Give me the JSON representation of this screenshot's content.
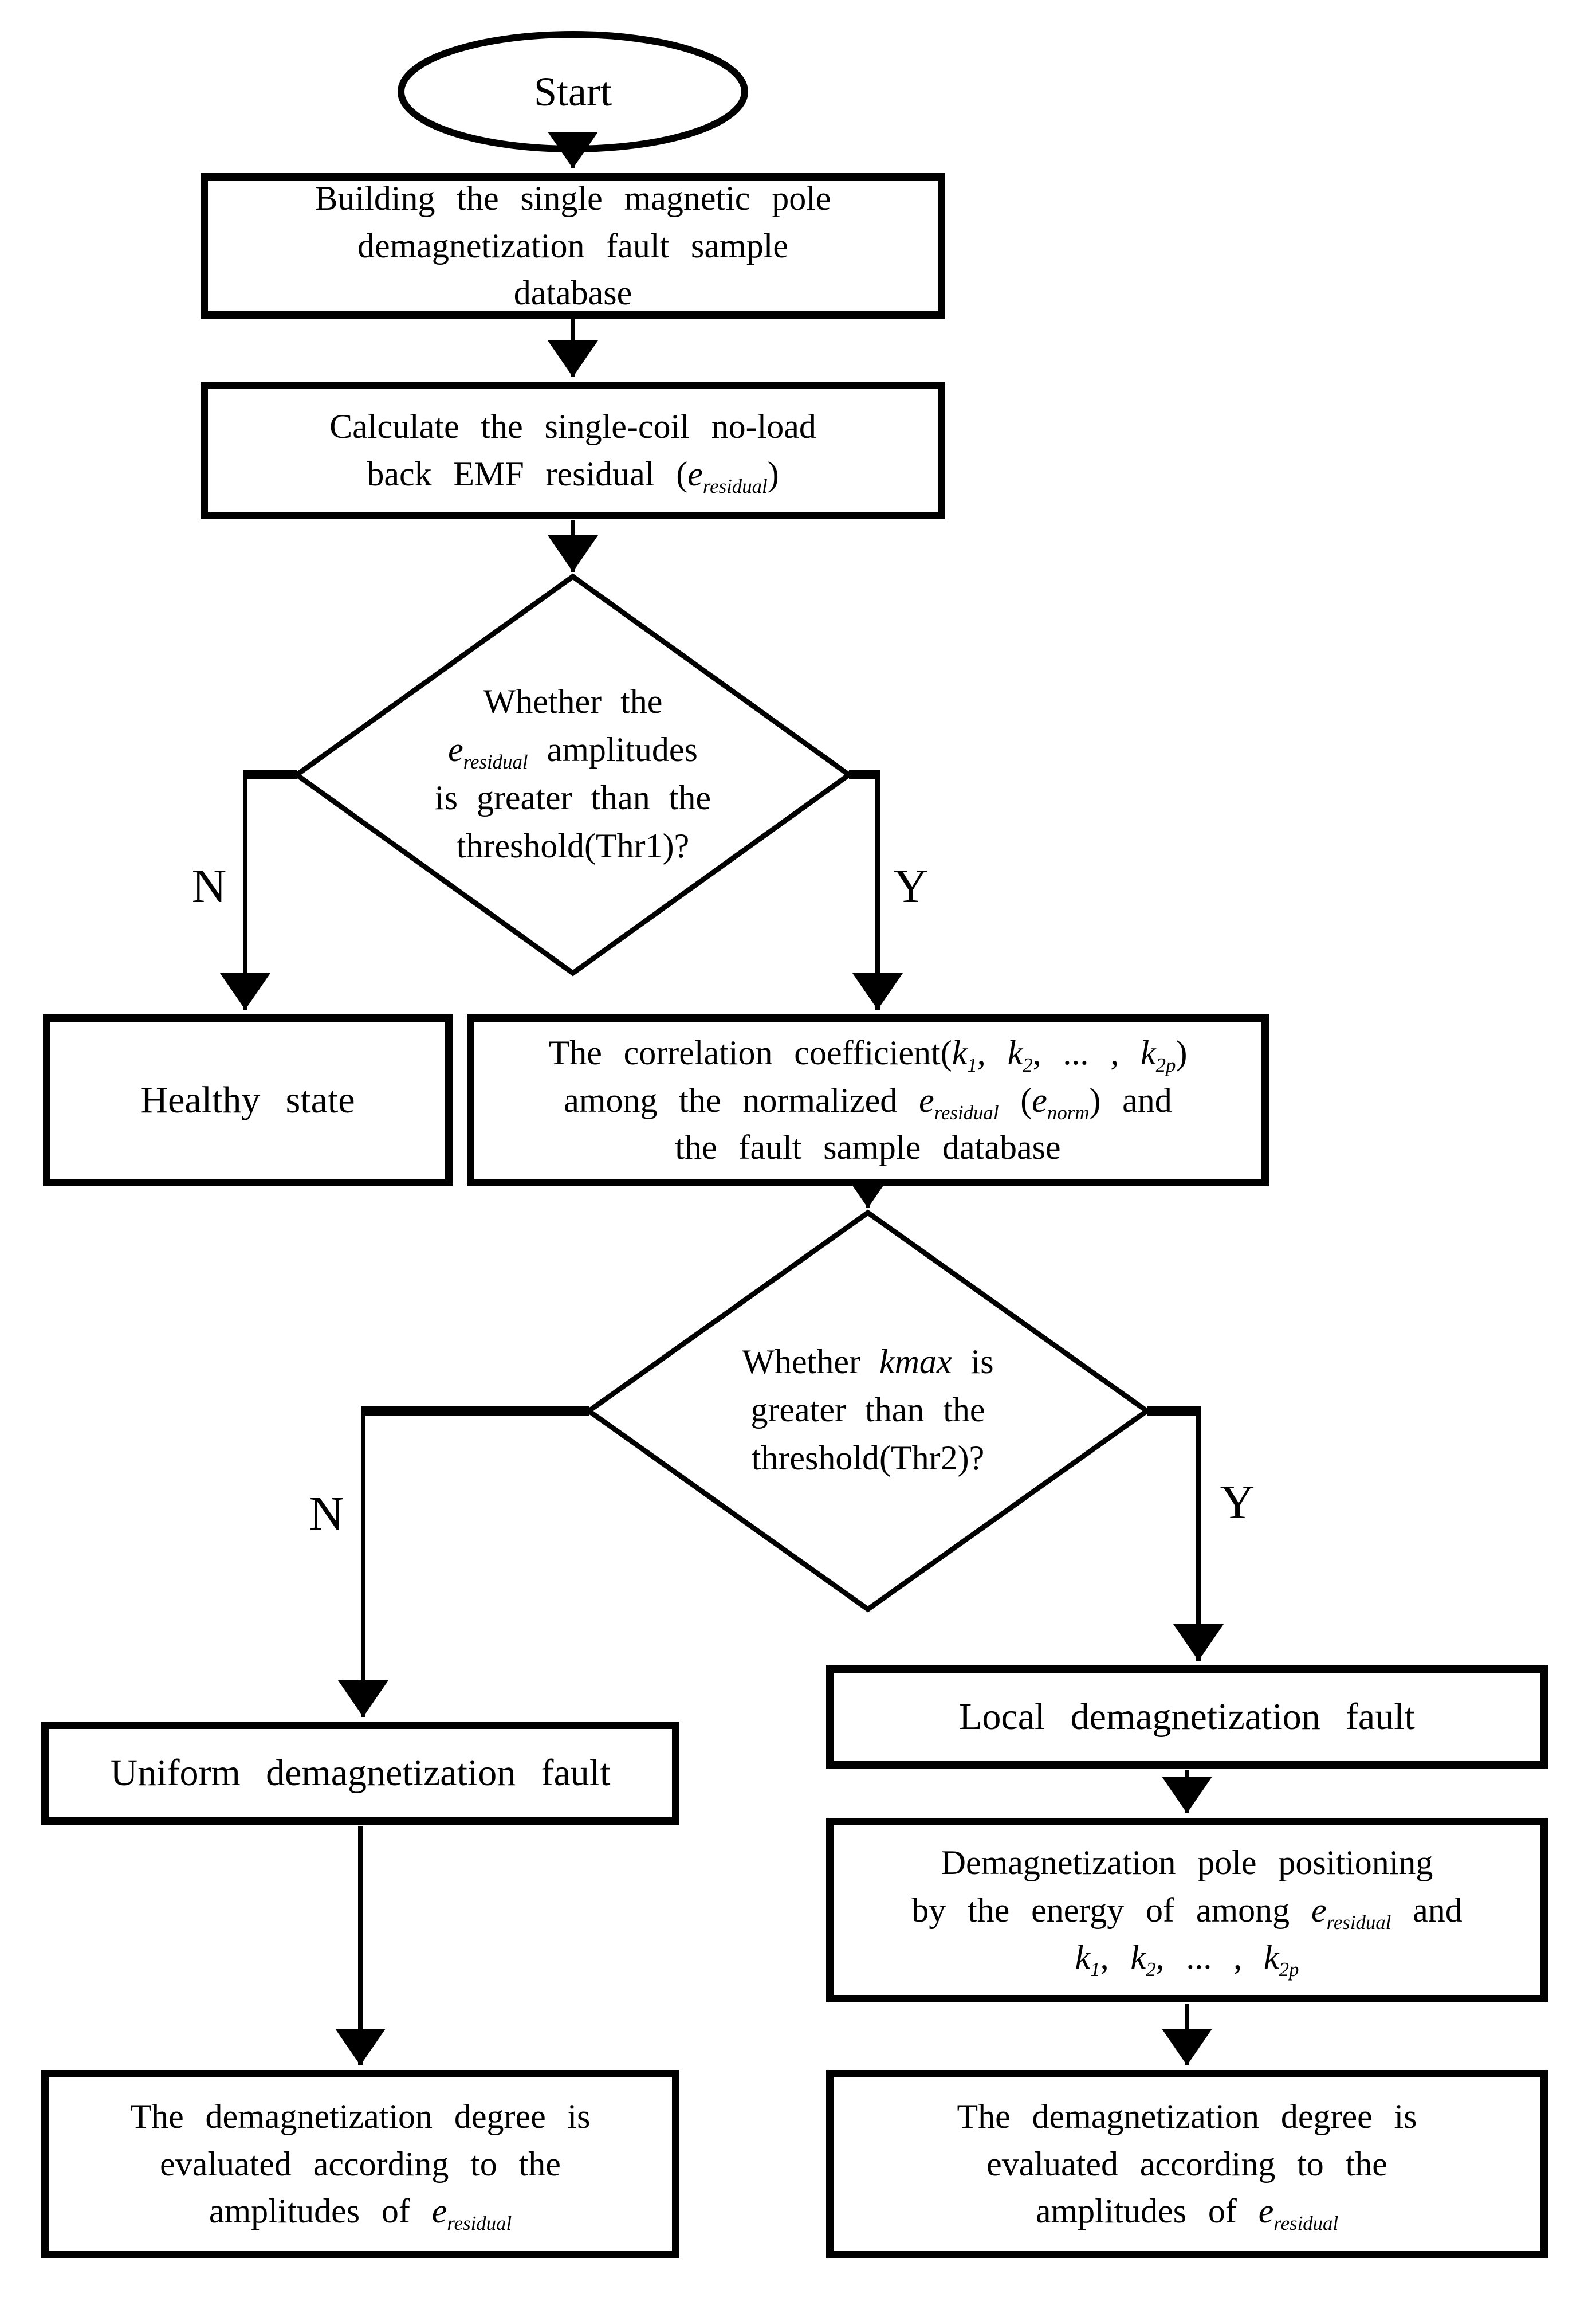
{
  "diagram": {
    "colors": {
      "stroke": "#000000",
      "background": "#ffffff"
    },
    "nodes": {
      "start": {
        "shape": "terminator",
        "lines": [
          [
            {
              "st": "n",
              "t": "Start"
            }
          ]
        ]
      },
      "build_db": {
        "shape": "process",
        "lines": [
          [
            {
              "st": "n",
              "t": "Building the single magnetic pole"
            }
          ],
          [
            {
              "st": "n",
              "t": "demagnetization fault sample"
            }
          ],
          [
            {
              "st": "n",
              "t": "database"
            }
          ]
        ]
      },
      "calc_residual": {
        "shape": "process",
        "lines": [
          [
            {
              "st": "n",
              "t": "Calculate the single-coil no-load"
            }
          ],
          [
            {
              "st": "n",
              "t": "back EMF residual ("
            },
            {
              "st": "i",
              "t": "e"
            },
            {
              "st": "isub",
              "t": "residual"
            },
            {
              "st": "n",
              "t": ")"
            }
          ]
        ]
      },
      "thr1_decision": {
        "shape": "decision",
        "lines": [
          [
            {
              "st": "n",
              "t": "Whether the"
            }
          ],
          [
            {
              "st": "i",
              "t": "e"
            },
            {
              "st": "isub",
              "t": "residual"
            },
            {
              "st": "n",
              "t": " amplitudes"
            }
          ],
          [
            {
              "st": "n",
              "t": "is greater than the"
            }
          ],
          [
            {
              "st": "n",
              "t": "threshold(Thr1)?"
            }
          ]
        ]
      },
      "healthy": {
        "shape": "process",
        "lines": [
          [
            {
              "st": "n",
              "t": "Healthy state"
            }
          ]
        ]
      },
      "correlation": {
        "shape": "process",
        "lines": [
          [
            {
              "st": "n",
              "t": "The correlation coefficient("
            },
            {
              "st": "i",
              "t": "k"
            },
            {
              "st": "isub",
              "t": "1"
            },
            {
              "st": "n",
              "t": ", "
            },
            {
              "st": "i",
              "t": "k"
            },
            {
              "st": "isub",
              "t": "2"
            },
            {
              "st": "n",
              "t": ", ... , "
            },
            {
              "st": "i",
              "t": "k"
            },
            {
              "st": "isub",
              "t": "2p"
            },
            {
              "st": "n",
              "t": ")"
            }
          ],
          [
            {
              "st": "n",
              "t": "among the normalized "
            },
            {
              "st": "i",
              "t": "e"
            },
            {
              "st": "isub",
              "t": "residual"
            },
            {
              "st": "n",
              "t": " ("
            },
            {
              "st": "i",
              "t": "e"
            },
            {
              "st": "isub",
              "t": "norm"
            },
            {
              "st": "n",
              "t": ") and"
            }
          ],
          [
            {
              "st": "n",
              "t": "the fault sample database"
            }
          ]
        ]
      },
      "thr2_decision": {
        "shape": "decision",
        "lines": [
          [
            {
              "st": "n",
              "t": "Whether "
            },
            {
              "st": "i",
              "t": "kmax"
            },
            {
              "st": "n",
              "t": " is"
            }
          ],
          [
            {
              "st": "n",
              "t": "greater than the"
            }
          ],
          [
            {
              "st": "n",
              "t": "threshold(Thr2)?"
            }
          ]
        ]
      },
      "uniform_fault": {
        "shape": "process",
        "lines": [
          [
            {
              "st": "n",
              "t": "Uniform demagnetization fault"
            }
          ]
        ]
      },
      "local_fault": {
        "shape": "process",
        "lines": [
          [
            {
              "st": "n",
              "t": "Local demagnetization fault"
            }
          ]
        ]
      },
      "pole_positioning": {
        "shape": "process",
        "lines": [
          [
            {
              "st": "n",
              "t": "Demagnetization pole positioning"
            }
          ],
          [
            {
              "st": "n",
              "t": "by the energy of among "
            },
            {
              "st": "i",
              "t": "e"
            },
            {
              "st": "isub",
              "t": "residual"
            },
            {
              "st": "n",
              "t": " and"
            }
          ],
          [
            {
              "st": "i",
              "t": "k"
            },
            {
              "st": "isub",
              "t": "1"
            },
            {
              "st": "n",
              "t": ", "
            },
            {
              "st": "i",
              "t": "k"
            },
            {
              "st": "isub",
              "t": "2"
            },
            {
              "st": "n",
              "t": ", ... , "
            },
            {
              "st": "i",
              "t": "k"
            },
            {
              "st": "isub",
              "t": "2p"
            }
          ]
        ]
      },
      "degree_left": {
        "shape": "process",
        "lines": [
          [
            {
              "st": "n",
              "t": "The demagnetization degree is"
            }
          ],
          [
            {
              "st": "n",
              "t": "evaluated according to the"
            }
          ],
          [
            {
              "st": "n",
              "t": "amplitudes of "
            },
            {
              "st": "i",
              "t": "e"
            },
            {
              "st": "isub",
              "t": "residual"
            }
          ]
        ]
      },
      "degree_right": {
        "shape": "process",
        "lines": [
          [
            {
              "st": "n",
              "t": "The demagnetization degree is"
            }
          ],
          [
            {
              "st": "n",
              "t": "evaluated according to the"
            }
          ],
          [
            {
              "st": "n",
              "t": "amplitudes of "
            },
            {
              "st": "i",
              "t": "e"
            },
            {
              "st": "isub",
              "t": "residual"
            }
          ]
        ]
      }
    },
    "branch_labels": {
      "thr1_no": "N",
      "thr1_yes": "Y",
      "thr2_no": "N",
      "thr2_yes": "Y"
    }
  }
}
